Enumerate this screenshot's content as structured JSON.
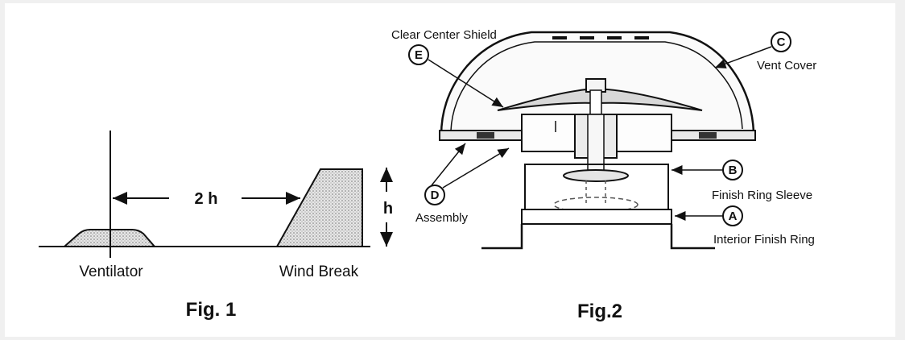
{
  "fig1": {
    "distance_label": "2 h",
    "height_label": "h",
    "ventilator_label": "Ventilator",
    "windbreak_label": "Wind Break",
    "caption": "Fig. 1"
  },
  "fig2": {
    "caption": "Fig.2",
    "parts": {
      "a": {
        "letter": "A",
        "label": "Interior Finish Ring"
      },
      "b": {
        "letter": "B",
        "label": "Finish Ring Sleeve"
      },
      "c": {
        "letter": "C",
        "label": "Vent Cover"
      },
      "d": {
        "letter": "D",
        "label": "Assembly"
      },
      "e": {
        "letter": "E",
        "label": "Clear Center Shield"
      }
    }
  },
  "colors": {
    "line": "#111111",
    "hatch": "#cfcfcf",
    "background": "#ffffff",
    "border": "#f0f0f0"
  }
}
